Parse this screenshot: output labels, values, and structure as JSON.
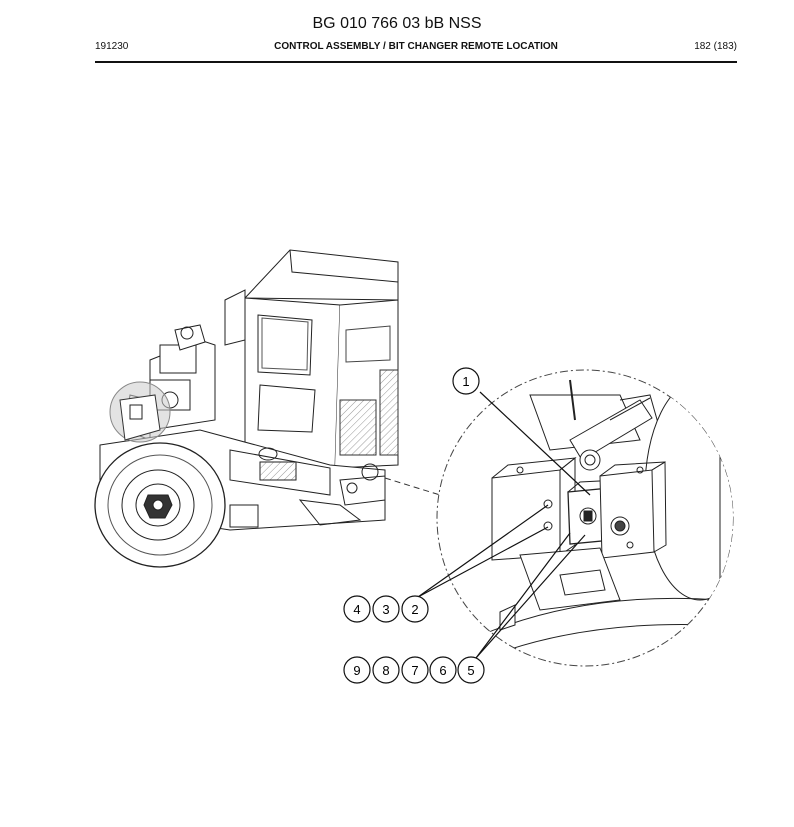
{
  "header": {
    "doc_number": "BG 010 766 03 bB NSS",
    "date_code": "191230",
    "section_title": "CONTROL ASSEMBLY / BIT CHANGER REMOTE LOCATION",
    "page": "182 (183)"
  },
  "callouts": [
    "1",
    "4",
    "3",
    "2",
    "9",
    "8",
    "7",
    "6",
    "5"
  ]
}
